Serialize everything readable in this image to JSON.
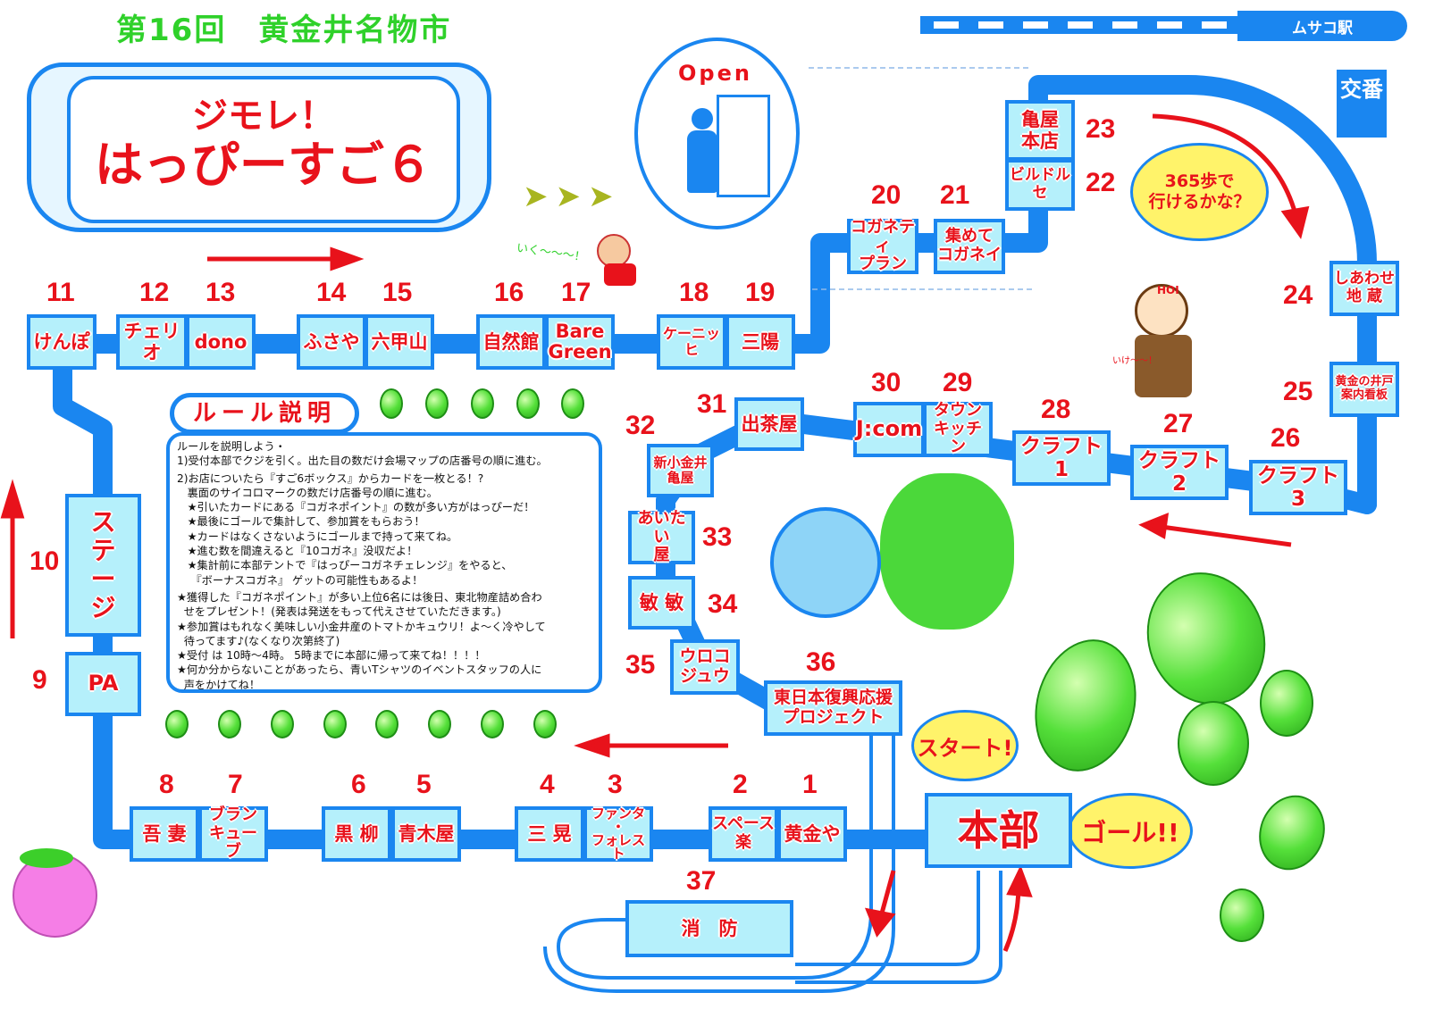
{
  "header": {
    "event_title": "第16回　黄金井名物市",
    "banner_line1": "ジモレ！",
    "banner_line2": "はっぴーすご６"
  },
  "station": {
    "label": "ムサコ駅"
  },
  "koban": {
    "label": "交番"
  },
  "open_bubble": {
    "label": "Open"
  },
  "speech": {
    "iku": "いく〜〜〜！",
    "ike": "いけ〜〜！",
    "hoi": "HOI"
  },
  "bubbles": {
    "steps": "365歩で\n行けるかな？",
    "start": "スタート!",
    "goal": "ゴール!!"
  },
  "headquarters": {
    "label": "本部"
  },
  "rules": {
    "title": "ルール説明",
    "lines": [
      "ルールを説明しよう・",
      "1)受付本部でクジを引く。出た目の数だけ会場マップの店番号の順に進む。",
      "2)お店についたら『すご6ボックス』からカードを一枚とる！?",
      "   裏面のサイコロマークの数だけ店番号の順に進む。",
      "   ★引いたカードにある『コガネポイント』の数が多い方がはっぴーだ！",
      "   ★最後にゴールで集計して、参加賞をもらおう！",
      "   ★カードはなくさないようにゴールまで持って来てね。",
      "   ★進む数を間違えると『10コガネ』没収だよ！",
      "   ★集計前に本部テントで『はっぴーコガネチェレンジ』をやると、",
      "    『ボーナスコガネ』 ゲットの可能性もあるよ！",
      "★獲得した『コガネポイント』が多い上位6名には後日、東北物産詰め合わ",
      "  せをプレゼント！(発表は発送をもって代えさせていただきます。)",
      "★参加賞はもれなく美味しい小金井産のトマトかキュウリ！よ〜く冷やして",
      "  待ってます♪(なくなり次第終了)",
      "★受付 は 10時〜4時。 5時までに本部に帰って来てね！！！！",
      "★何か分からないことがあったら、青いTシャツのイベントスタッフの人に",
      "  声をかけてね！"
    ]
  },
  "booths": [
    {
      "num": "1",
      "name": "黄金や"
    },
    {
      "num": "2",
      "name": "スペース\n楽"
    },
    {
      "num": "3",
      "name": "ファンタ\n・\nフォレスト"
    },
    {
      "num": "4",
      "name": "三 晃"
    },
    {
      "num": "5",
      "name": "青木屋"
    },
    {
      "num": "6",
      "name": "黒 柳"
    },
    {
      "num": "7",
      "name": "ブラン\nキューブ"
    },
    {
      "num": "8",
      "name": "吾 妻"
    },
    {
      "num": "9",
      "name": "PA"
    },
    {
      "num": "10",
      "name": "ス\nテ\nー\nジ"
    },
    {
      "num": "11",
      "name": "けんぽ"
    },
    {
      "num": "12",
      "name": "チェリオ"
    },
    {
      "num": "13",
      "name": "dono"
    },
    {
      "num": "14",
      "name": "ふさや"
    },
    {
      "num": "15",
      "name": "六甲山"
    },
    {
      "num": "16",
      "name": "自然館"
    },
    {
      "num": "17",
      "name": "Bare\nGreen"
    },
    {
      "num": "18",
      "name": "ケーニッヒ"
    },
    {
      "num": "19",
      "name": "三陽"
    },
    {
      "num": "20",
      "name": "コガネティ\nプラン"
    },
    {
      "num": "21",
      "name": "集めて\nコガネイ"
    },
    {
      "num": "22",
      "name": "ビルドルセ"
    },
    {
      "num": "23",
      "name": "亀屋\n本店"
    },
    {
      "num": "24",
      "name": "しあわせ\n地 蔵"
    },
    {
      "num": "25",
      "name": "黄金の井戸\n案内看板"
    },
    {
      "num": "26",
      "name": "クラフト3"
    },
    {
      "num": "27",
      "name": "クラフト2"
    },
    {
      "num": "28",
      "name": "クラフト1"
    },
    {
      "num": "29",
      "name": "タウン\nキッチン"
    },
    {
      "num": "30",
      "name": "J:com"
    },
    {
      "num": "31",
      "name": "出茶屋"
    },
    {
      "num": "32",
      "name": "新小金井\n亀屋"
    },
    {
      "num": "33",
      "name": "あいたい\n屋"
    },
    {
      "num": "34",
      "name": "敏 敏"
    },
    {
      "num": "35",
      "name": "ウロコ\nジュウ"
    },
    {
      "num": "36",
      "name": "東日本復興応援\nプロジェクト"
    },
    {
      "num": "37",
      "name": "消　防"
    }
  ],
  "colors": {
    "road": "#1a86f0",
    "booth_fill": "#b5f0fb",
    "text_red": "#e8121b",
    "title_green": "#2fd12a",
    "bubble_yellow": "#fff36a",
    "bug_green": "#55e03a"
  }
}
